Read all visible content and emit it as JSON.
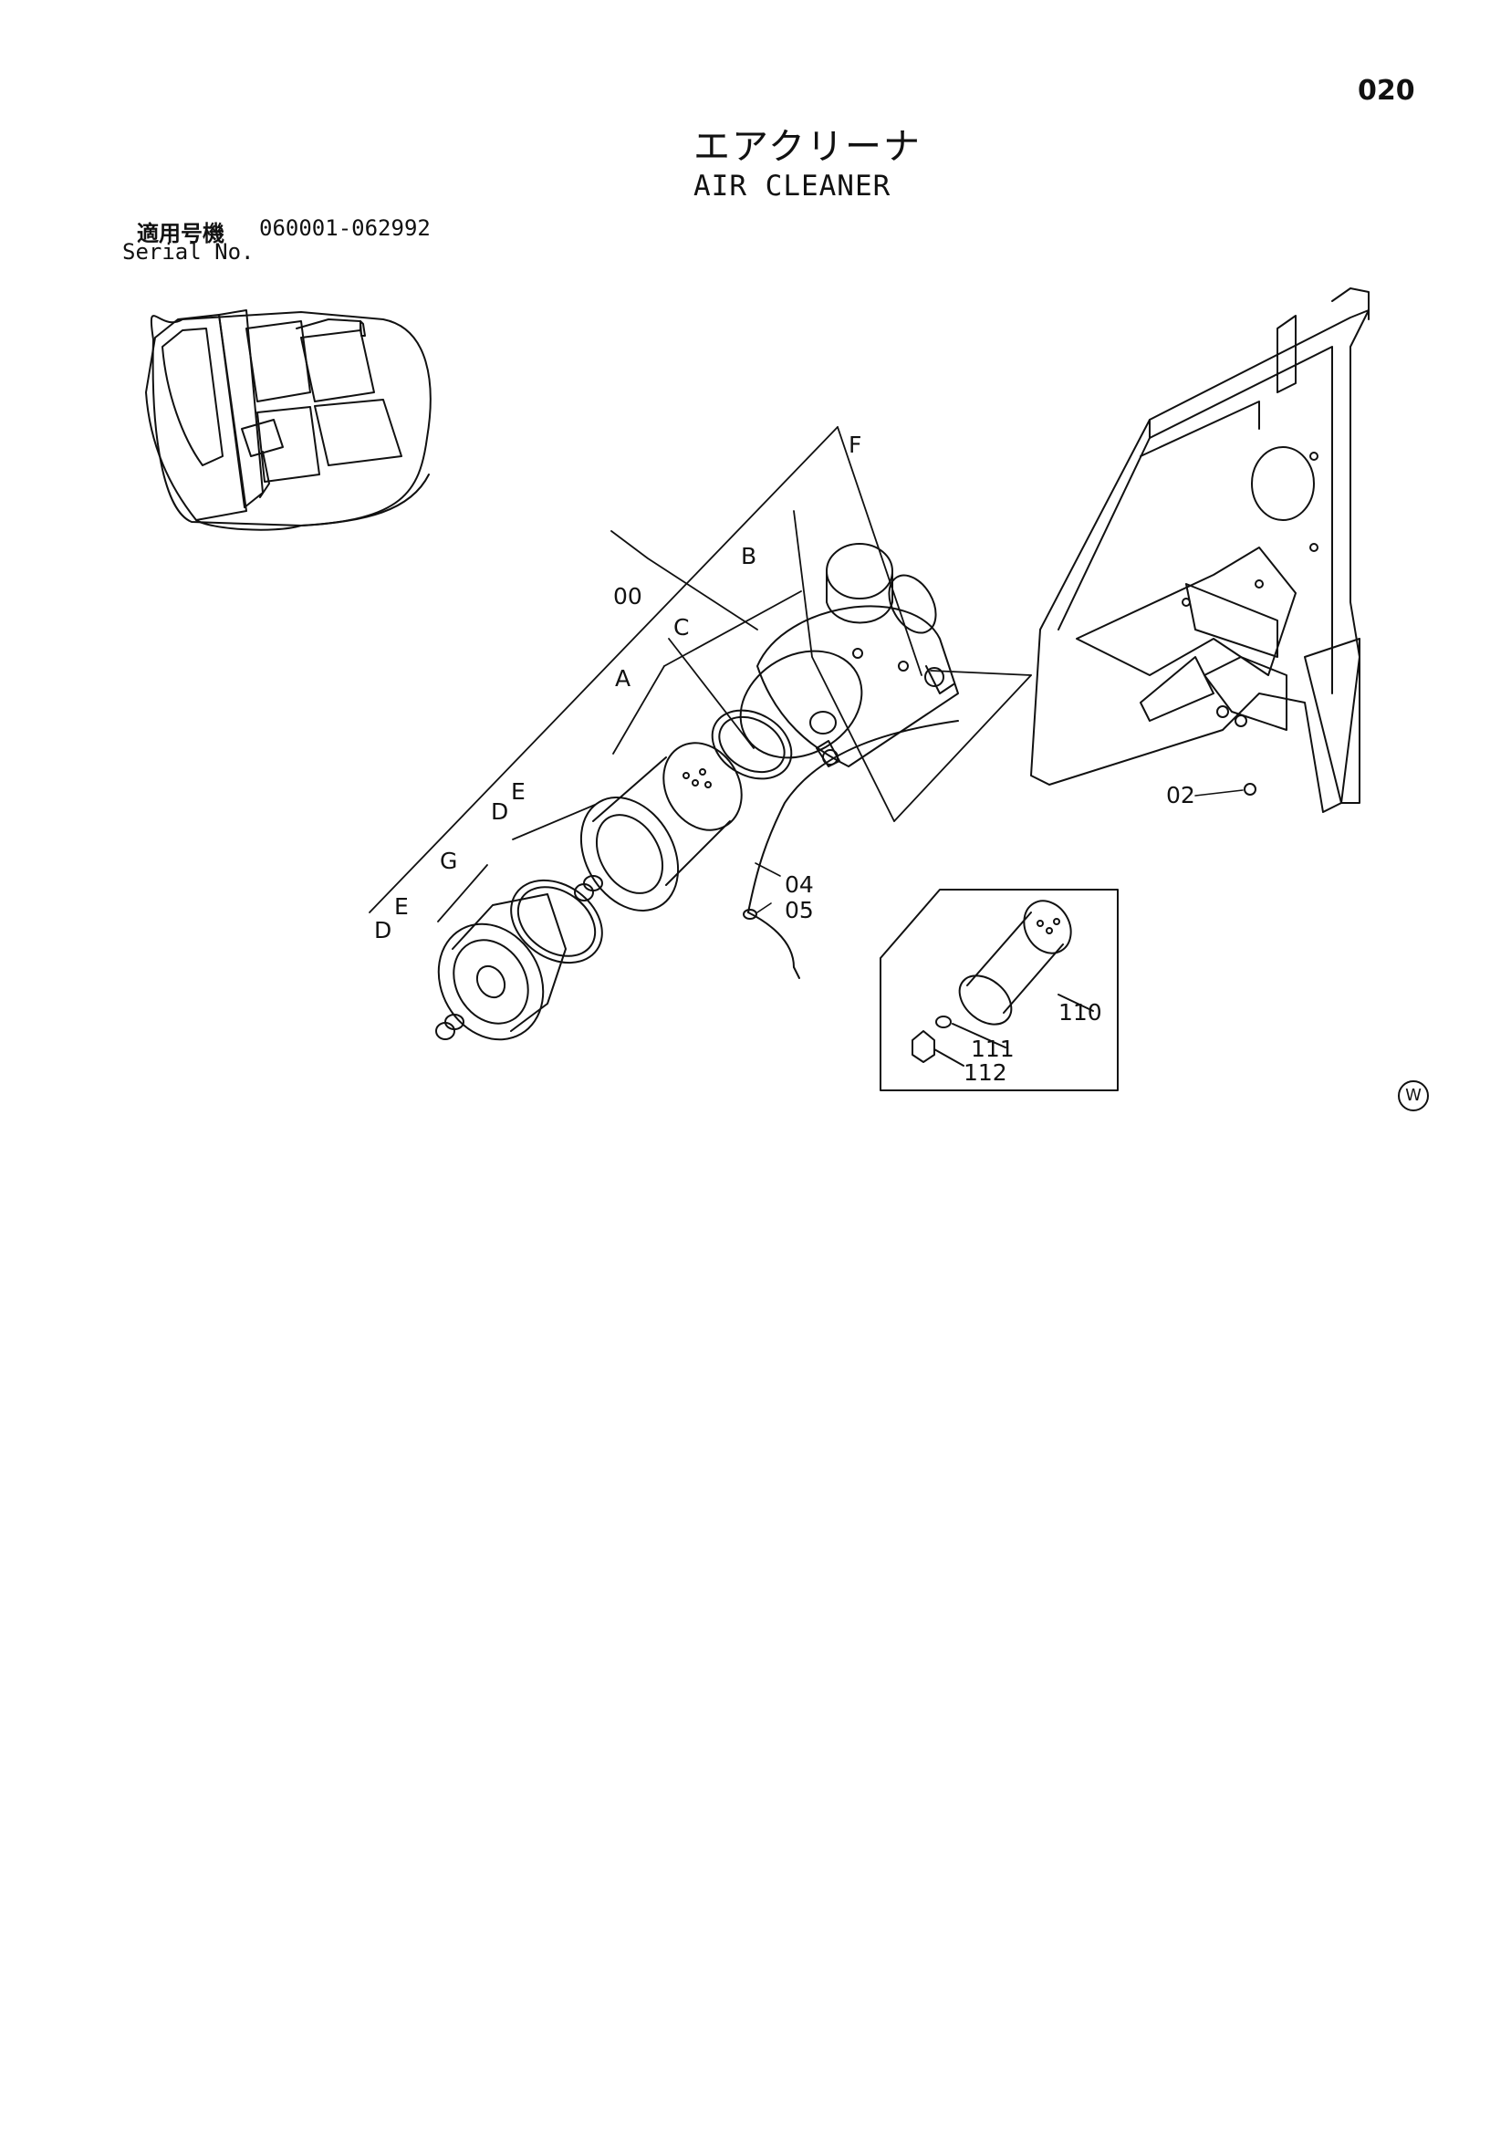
{
  "page_number": "020",
  "title_ja": "エアクリーナ",
  "title_en": "AIR CLEANER",
  "serial": {
    "label_ja": "適用号機",
    "label_en": "Serial No.",
    "range": "060001-062992"
  },
  "watermark": "W",
  "callouts": {
    "c00": "00",
    "cA": "A",
    "cB": "B",
    "cC": "C",
    "cD1": "D",
    "cD2": "D",
    "cE1": "E",
    "cE2": "E",
    "cF": "F",
    "cG": "G",
    "c02": "02",
    "c04": "04",
    "c05": "05",
    "c110": "110",
    "c111": "111",
    "c112": "112"
  }
}
